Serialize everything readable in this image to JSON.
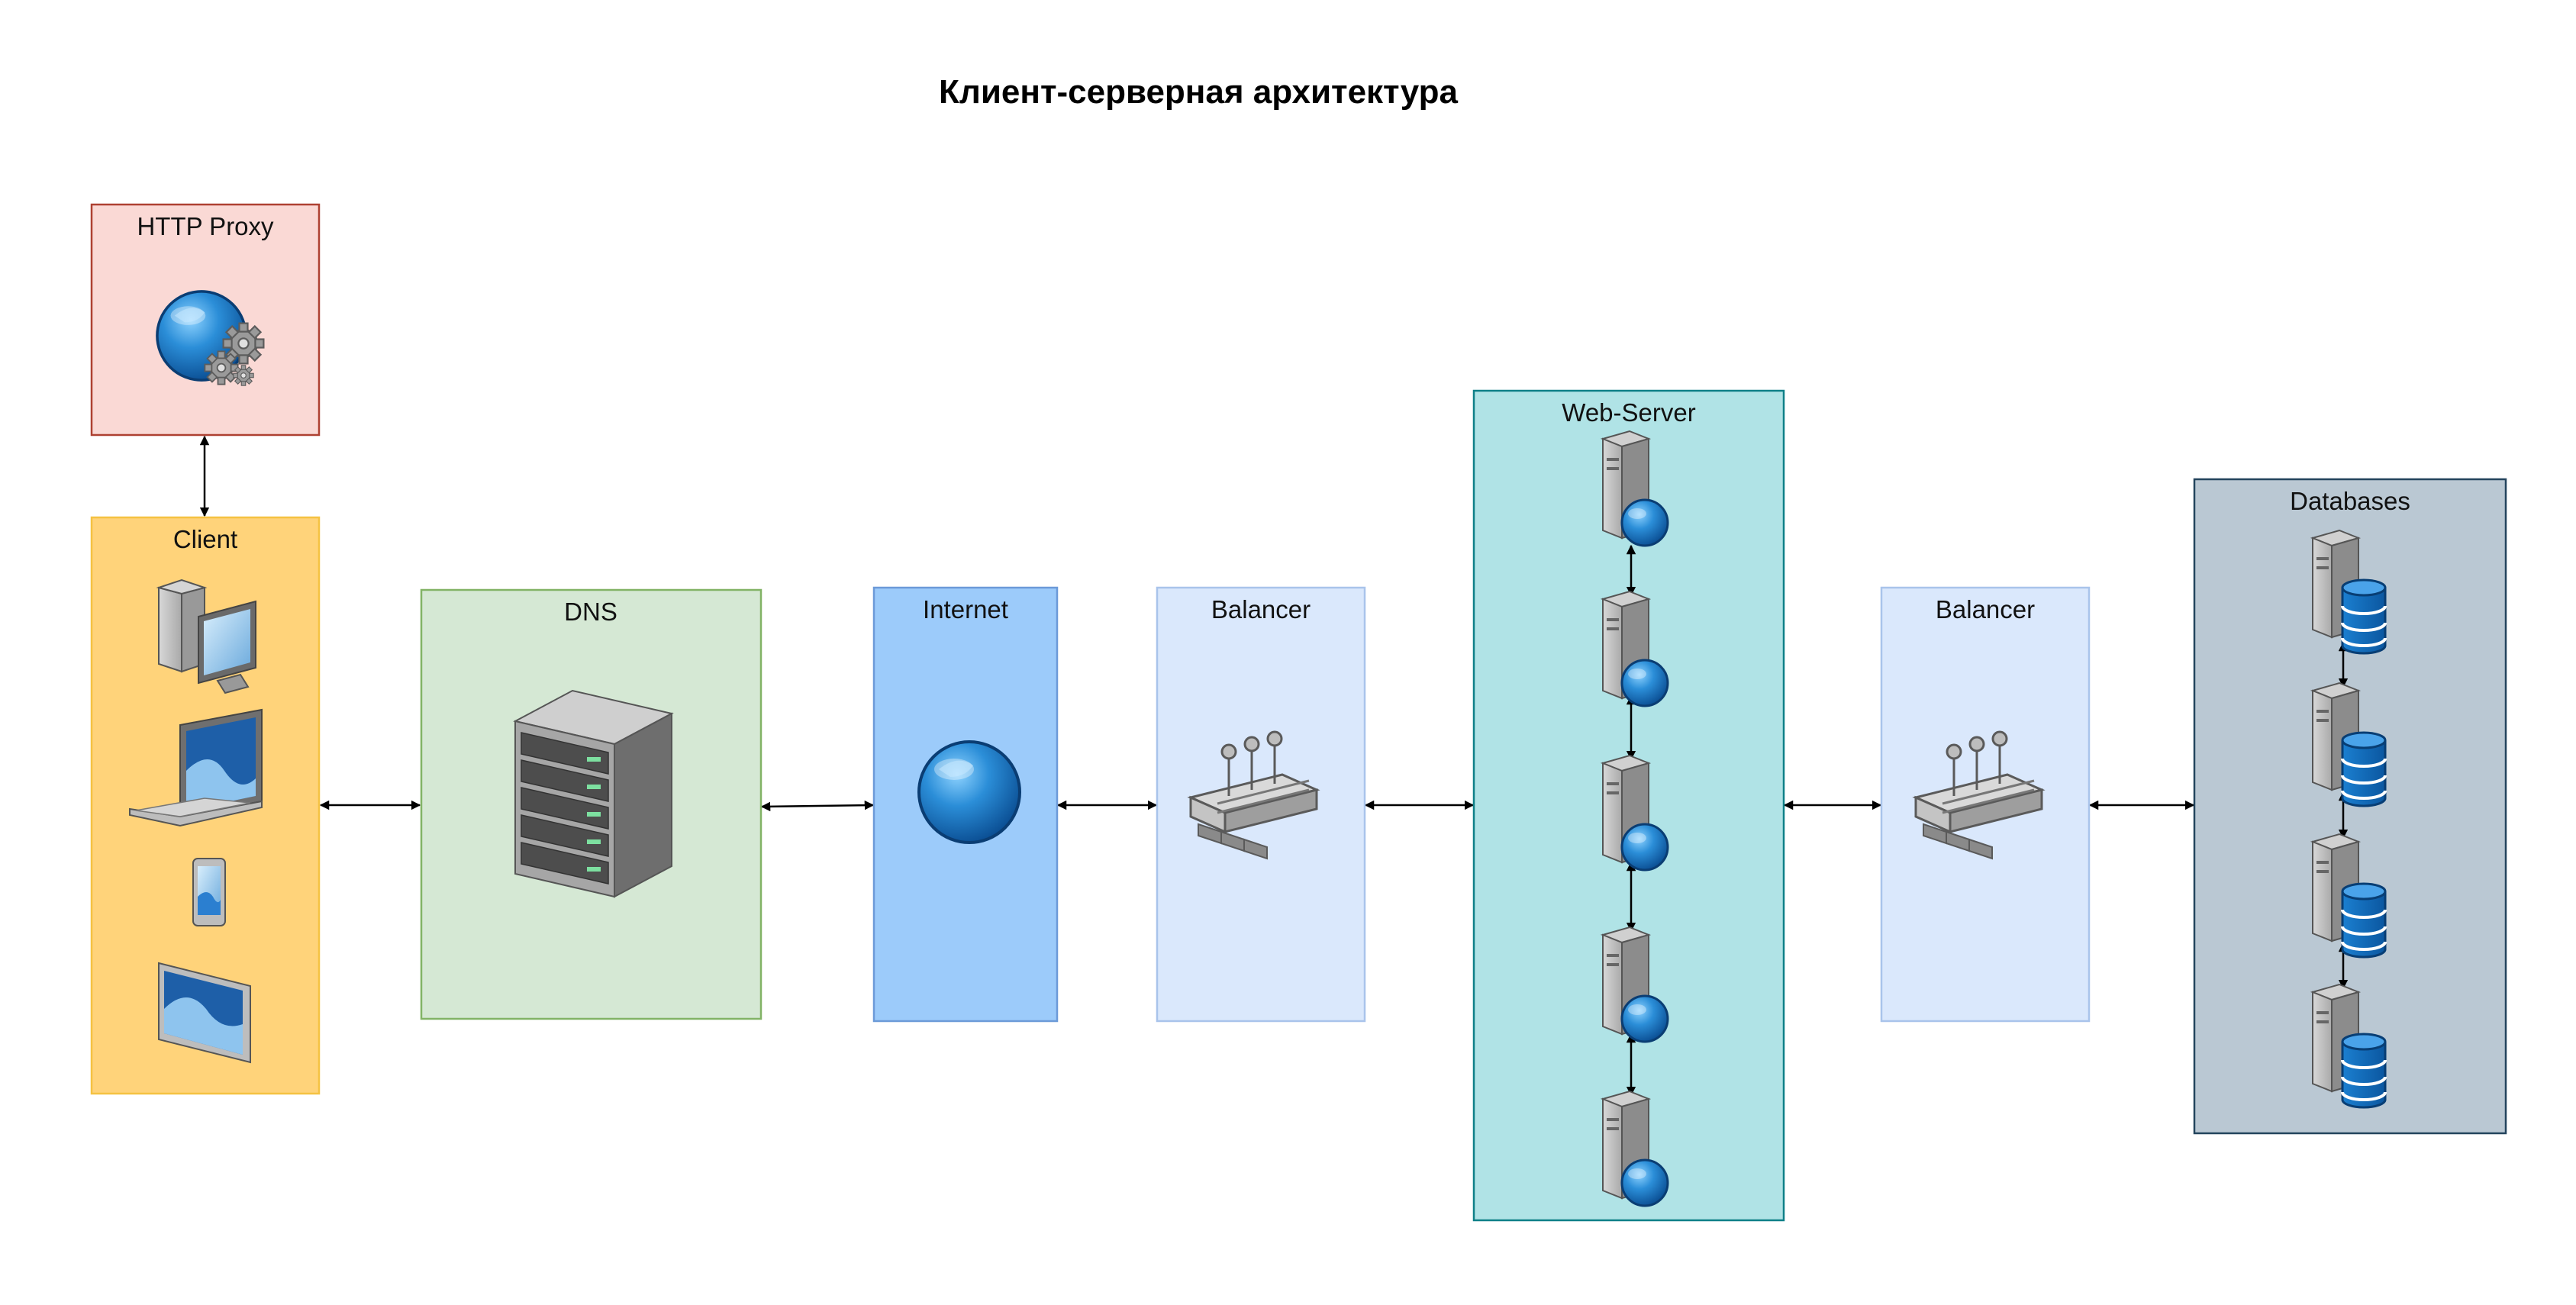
{
  "title": "Клиент-серверная архитектура",
  "colors": {
    "proxy_fill": "#fad9d5",
    "proxy_stroke": "#ae4132",
    "client_fill": "#ffd37a",
    "client_stroke": "#f5c242",
    "dns_fill": "#d5e8d4",
    "dns_stroke": "#82b366",
    "internet_fill": "#9ccbfa",
    "internet_stroke": "#6c9ad8",
    "balancer_fill": "#dae8fc",
    "balancer_stroke": "#a9c4eb",
    "web_fill": "#b0e3e6",
    "web_stroke": "#0e8088",
    "db_fill": "#bac8d3",
    "db_stroke": "#23445d"
  },
  "nodes": {
    "proxy": {
      "label": "HTTP Proxy",
      "icon": "globe-gears-icon"
    },
    "client": {
      "label": "Client",
      "icons": [
        "desktop-pc-icon",
        "laptop-icon",
        "smartphone-icon",
        "tablet-icon"
      ]
    },
    "dns": {
      "label": "DNS",
      "icon": "server-rack-icon"
    },
    "internet": {
      "label": "Internet",
      "icon": "globe-icon"
    },
    "balancer1": {
      "label": "Balancer",
      "icon": "load-balancer-icon"
    },
    "webserver": {
      "label": "Web-Server",
      "server_count": 5,
      "icon": "web-server-icon"
    },
    "balancer2": {
      "label": "Balancer",
      "icon": "load-balancer-icon"
    },
    "databases": {
      "label": "Databases",
      "server_count": 4,
      "icon": "database-server-icon"
    }
  },
  "edges": [
    {
      "from": "proxy",
      "to": "client",
      "style": "bidirectional"
    },
    {
      "from": "client",
      "to": "dns",
      "style": "bidirectional"
    },
    {
      "from": "dns",
      "to": "internet",
      "style": "bidirectional"
    },
    {
      "from": "internet",
      "to": "balancer1",
      "style": "bidirectional"
    },
    {
      "from": "balancer1",
      "to": "webserver",
      "style": "bidirectional"
    },
    {
      "from": "webserver",
      "to": "balancer2",
      "style": "bidirectional"
    },
    {
      "from": "balancer2",
      "to": "databases",
      "style": "bidirectional"
    }
  ]
}
